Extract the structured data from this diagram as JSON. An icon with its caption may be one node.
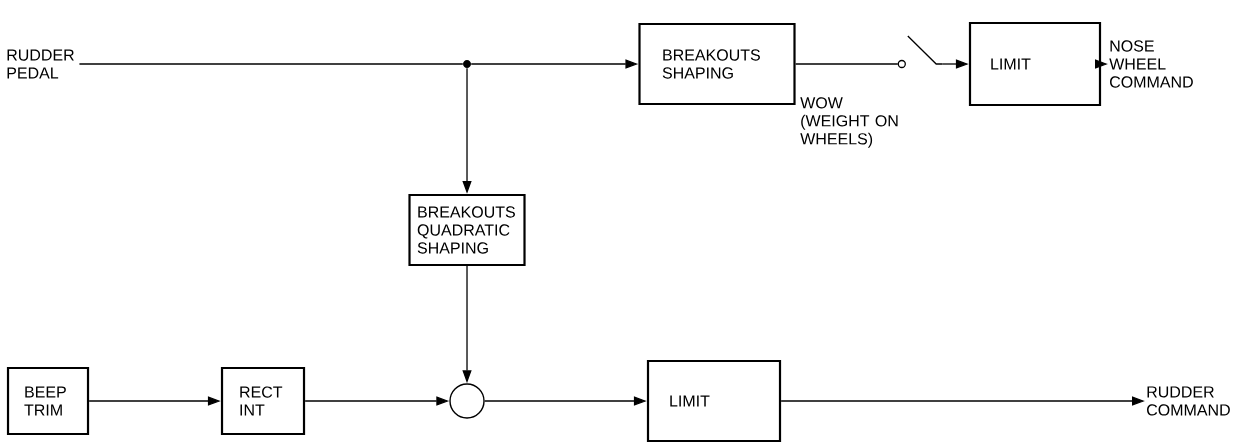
{
  "diagram": {
    "nodes": [
      {
        "text": [
          "RUDDER PEDAL"
        ]
      },
      {
        "text": [],
        "shape": "dot"
      },
      {
        "text": [
          "BREAKOUTS SHAPING"
        ]
      },
      {
        "text": [
          "BREAKOUTS QUADRATIC SHAPING"
        ]
      },
      {
        "text": [],
        "shape": "switch"
      },
      {
        "text": [
          "LIMIT"
        ]
      },
      {
        "text": [
          "NOSE WHEEL COMMAND"
        ]
      },
      {
        "text": [
          "BEEP TRIM"
        ]
      },
      {
        "text": [
          "RECT INT"
        ]
      },
      {
        "text": [],
        "shape": "circle"
      },
      {
        "text": [
          "LIMIT"
        ]
      },
      {
        "text": [
          "RUDDER COMMAND"
        ]
      }
    ],
    "edges": [
      {
        "from": 0,
        "to": 1,
        "arrow": "none"
      },
      {
        "from": 1,
        "to": 2,
        "arrow": "to"
      },
      {
        "from": 1,
        "to": 3,
        "arrow": "to"
      },
      {
        "from": 2,
        "to": 4,
        "arrow": "none"
      },
      {
        "from": 4,
        "to": 5,
        "arrow": "to"
      },
      {
        "from": 5,
        "to": 6,
        "arrow": "to"
      },
      {
        "from": 7,
        "to": 8,
        "arrow": "to"
      },
      {
        "from": 8,
        "to": 9,
        "arrow": "to"
      },
      {
        "from": 3,
        "to": 9,
        "arrow": "to"
      },
      {
        "from": 9,
        "to": 10,
        "arrow": "to"
      },
      {
        "from": 10,
        "to": 11,
        "arrow": "to"
      }
    ],
    "labels": [
      "WOW (WEIGHT ON WHEELS)"
    ]
  }
}
